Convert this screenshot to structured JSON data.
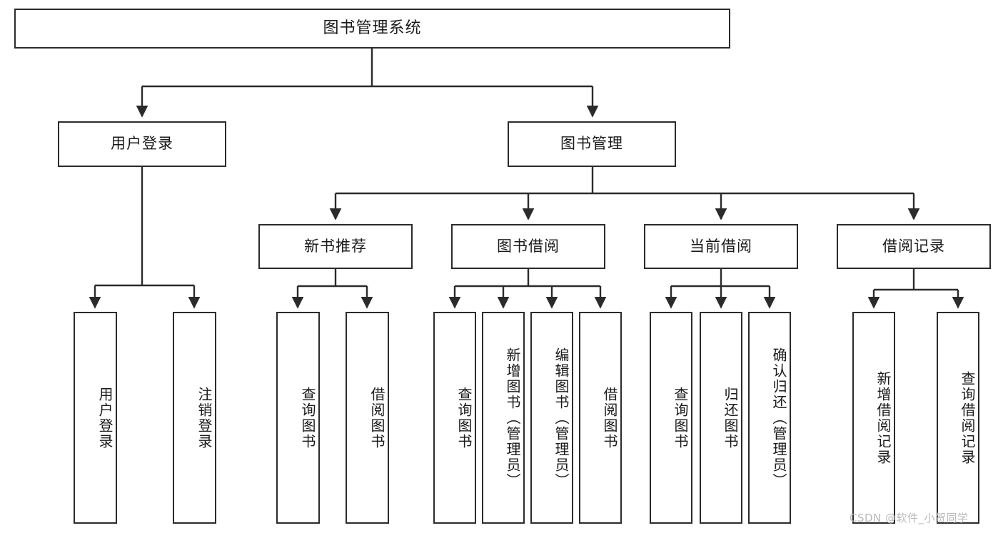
{
  "diagram": {
    "title": "图书管理系统",
    "watermark": "CSDN @软件_小贺同学",
    "colors": {
      "stroke": "#2b2b2b",
      "fill": "#ffffff",
      "text": "#1a1a1a",
      "watermark": "#b9b9b9",
      "background": "#ffffff"
    },
    "nodes": {
      "root": {
        "label": "图书管理系统"
      },
      "level2": [
        {
          "label": "用户登录"
        },
        {
          "label": "图书管理"
        }
      ],
      "level3": [
        {
          "label": "新书推荐"
        },
        {
          "label": "图书借阅"
        },
        {
          "label": "当前借阅"
        },
        {
          "label": "借阅记录"
        }
      ],
      "leaves": [
        {
          "label": "用户登录"
        },
        {
          "label": "注销登录"
        },
        {
          "label": "查询图书"
        },
        {
          "label": "借阅图书"
        },
        {
          "label": "查询图书"
        },
        {
          "label": "新增图书（管理员）"
        },
        {
          "label": "编辑图书（管理员）"
        },
        {
          "label": "借阅图书"
        },
        {
          "label": "查询图书"
        },
        {
          "label": "归还图书"
        },
        {
          "label": "确认归还（管理员）"
        },
        {
          "label": "新增借阅记录"
        },
        {
          "label": "查询借阅记录"
        }
      ]
    }
  }
}
